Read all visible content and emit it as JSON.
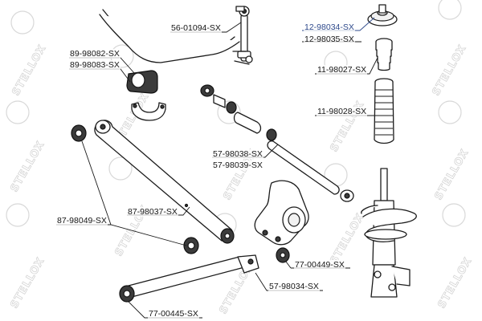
{
  "watermark": {
    "brand": "STELLOX"
  },
  "colors": {
    "highlight": "#2f4a8c",
    "line": "#1a1a1a",
    "watermark": "#d4d4d4"
  },
  "labels": {
    "l_12_98034": "12-98034-SX",
    "l_12_98035": "12-98035-SX",
    "l_56_01094": "56-01094-SX",
    "l_89_98082": "89-98082-SX",
    "l_89_98083": "89-98083-SX",
    "l_11_98027": "11-98027-SX",
    "l_11_98028": "11-98028-SX",
    "l_57_98038": "57-98038-SX",
    "l_57_98039": "57-98039-SX",
    "l_87_98037": "87-98037-SX",
    "l_87_98049": "87-98049-SX",
    "l_77_00449": "77-00449-SX",
    "l_57_98034": "57-98034-SX",
    "l_77_00445": "77-00445-SX"
  }
}
